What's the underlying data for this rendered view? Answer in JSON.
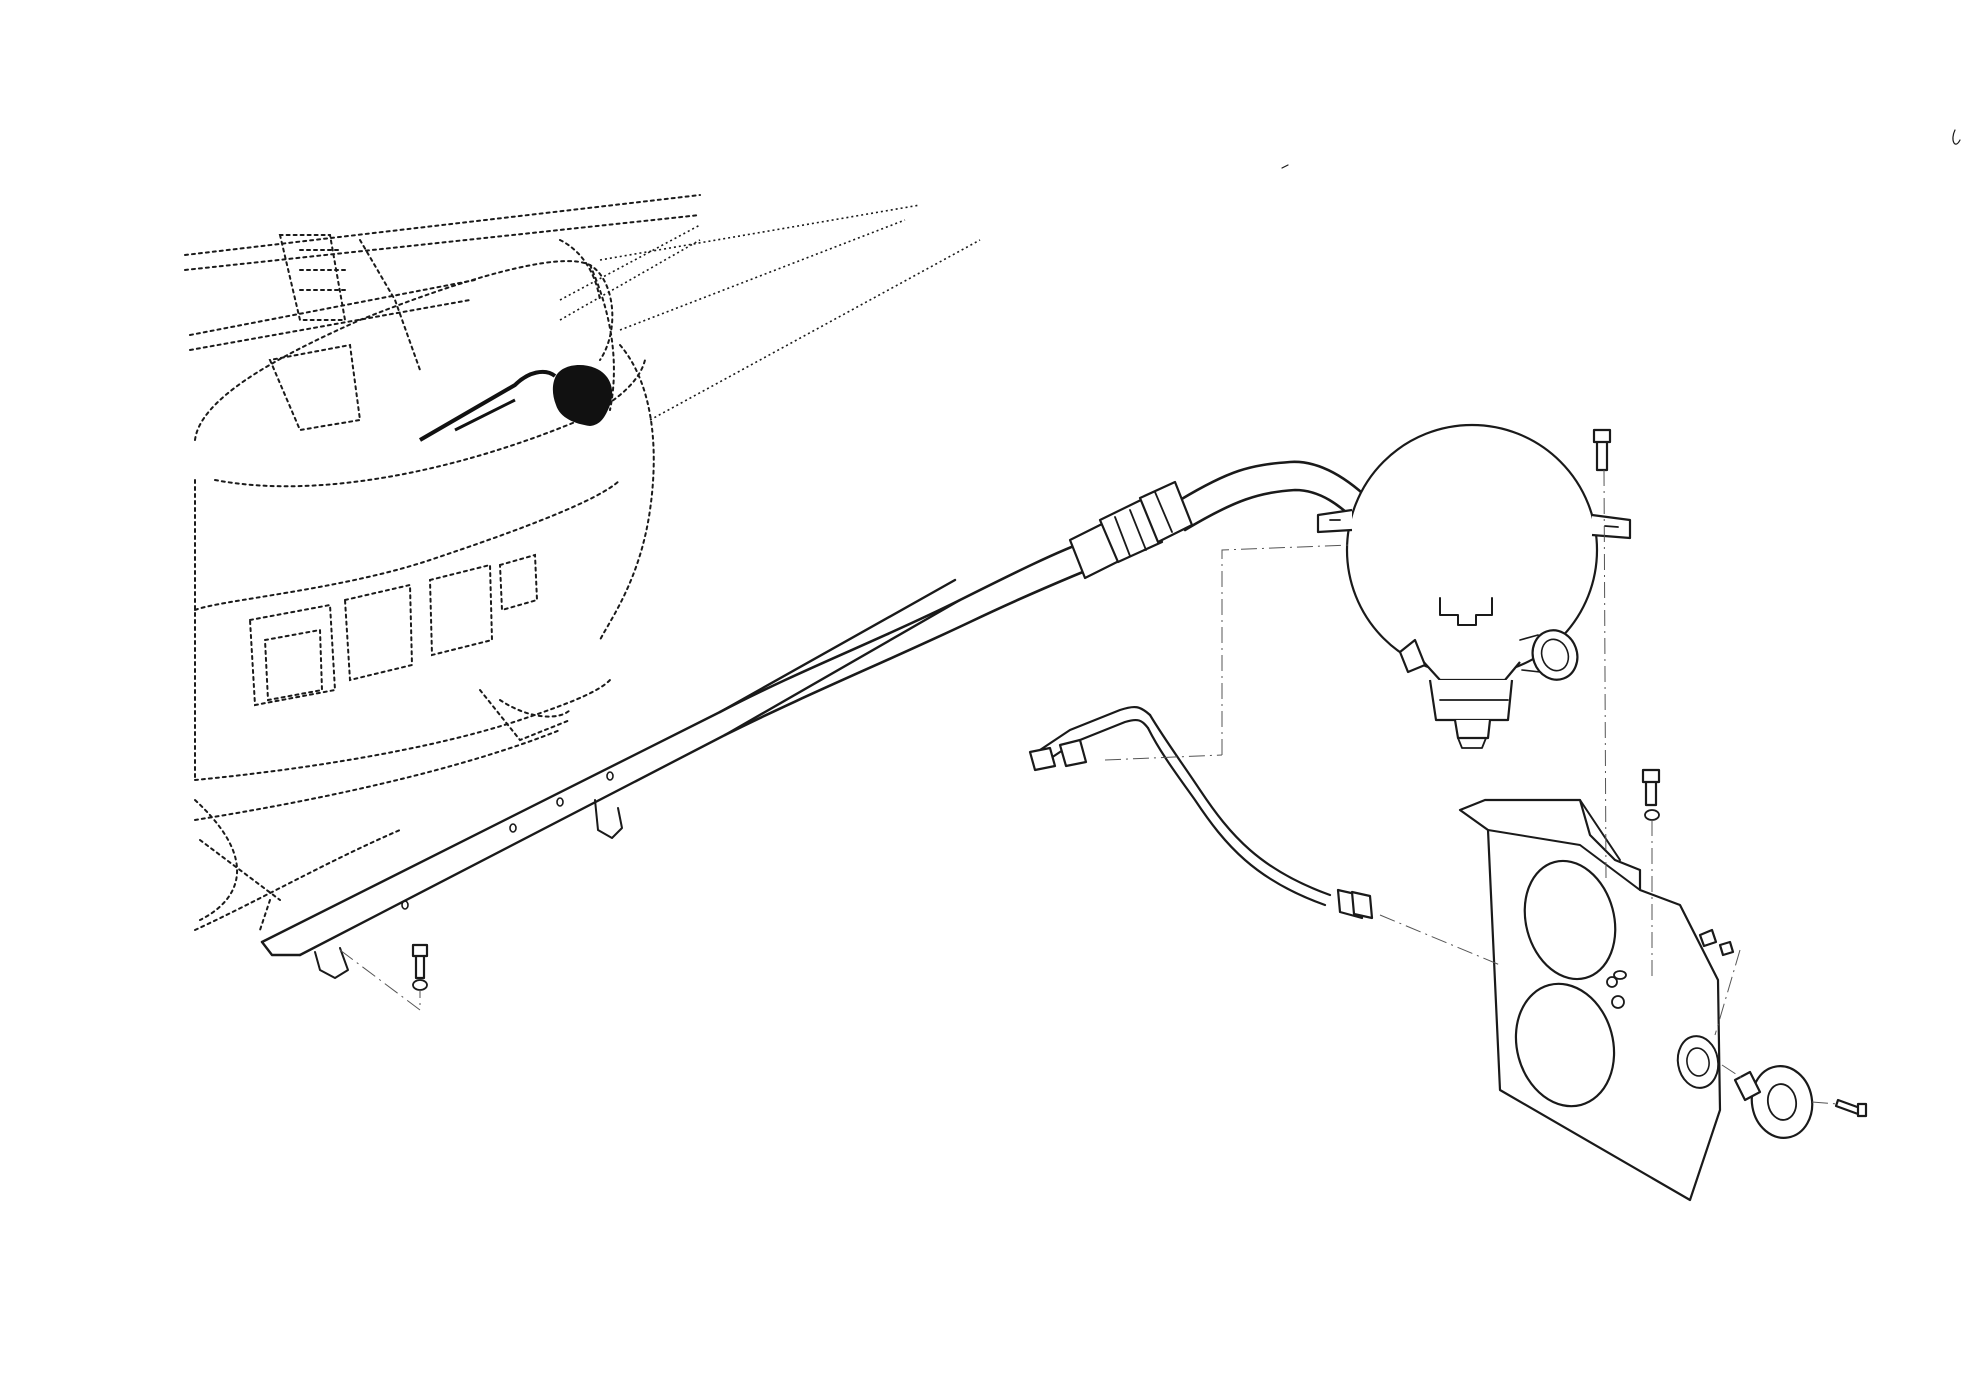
{
  "drawing": {
    "type": "exploded-assembly-illustration",
    "ink_color": "#1a1a1a",
    "background_color": "#ffffff",
    "highlight_fill": "#111111"
  },
  "parts": [
    {
      "id": "aircraft-outline",
      "style": "dashed phantom lines"
    },
    {
      "id": "installed-unit-highlight",
      "style": "solid black fill"
    },
    {
      "id": "flexible-hose"
    },
    {
      "id": "hose-coupling"
    },
    {
      "id": "spherical-container"
    },
    {
      "id": "pressure-gauge"
    },
    {
      "id": "discharge-valve"
    },
    {
      "id": "mounting-rail"
    },
    {
      "id": "rigid-tube"
    },
    {
      "id": "mounting-bracket-plate"
    },
    {
      "id": "flange"
    },
    {
      "id": "bolts-and-washers"
    }
  ]
}
